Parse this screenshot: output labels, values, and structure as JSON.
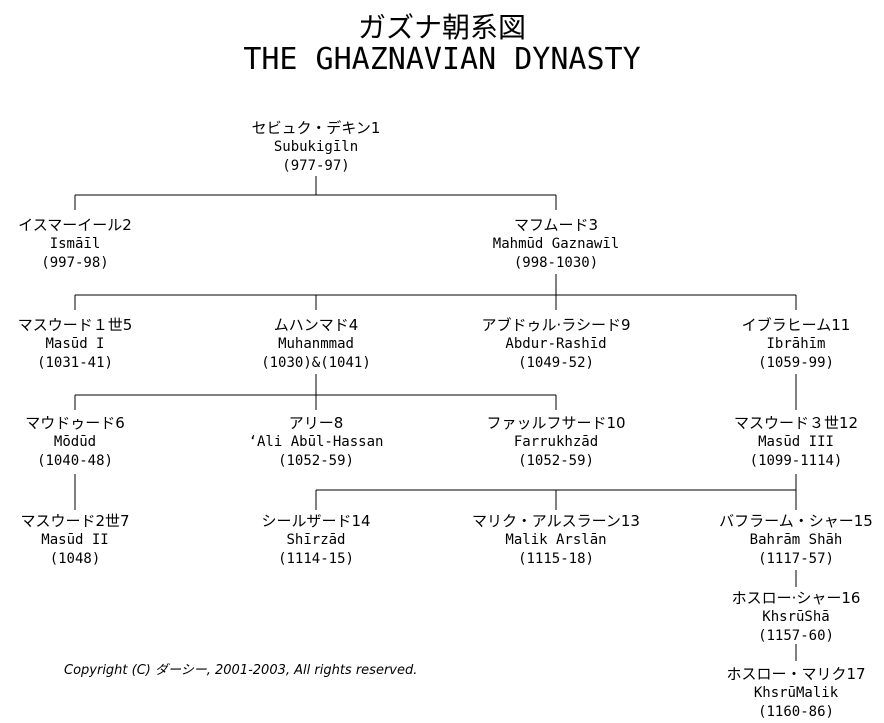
{
  "title": {
    "jp": "ガズナ朝系図",
    "en": "THE GHAZNAVIAN DYNASTY"
  },
  "copyright": "Copyright (C) ダーシー, 2001-2003, All rights reserved.",
  "people": {
    "subukigin": {
      "jp": "セビュク・デキン1",
      "latin": "Subukigīln",
      "years": "(977-97)"
    },
    "ismail": {
      "jp": "イスマーイール2",
      "latin": "Ismāīl",
      "years": "(997-98)"
    },
    "mahmud": {
      "jp": "マフムード3",
      "latin": "Mahmūd Gaznawīl",
      "years": "(998-1030)"
    },
    "masud1": {
      "jp": "マスウード１世5",
      "latin": "Masūd I",
      "years": "(1031-41)"
    },
    "muhammad": {
      "jp": "ムハンマド4",
      "latin": "Muhanmmad",
      "years": "(1030)&(1041)"
    },
    "abdur": {
      "jp": "アブドゥル·ラシード9",
      "latin": "Abdur-Rashīd",
      "years": "(1049-52)"
    },
    "ibrahim": {
      "jp": "イブラヒーム11",
      "latin": "Ibrāhīm",
      "years": "(1059-99)"
    },
    "mawdud": {
      "jp": "マウドゥード6",
      "latin": "Mōdūd",
      "years": "(1040-48)"
    },
    "ali": {
      "jp": "アリー8",
      "latin": "‘Ali Abūl-Hassan",
      "years": "(1052-59)"
    },
    "farrukhzad": {
      "jp": "ファッルフサード10",
      "latin": "Farrukhzād",
      "years": "(1052-59)"
    },
    "masud3": {
      "jp": "マスウード３世12",
      "latin": "Masūd III",
      "years": "(1099-1114)"
    },
    "masud2": {
      "jp": "マスウード2世7",
      "latin": "Masūd II",
      "years": "(1048)"
    },
    "shirzad": {
      "jp": "シールザード14",
      "latin": "Shīrzād",
      "years": "(1114-15)"
    },
    "malik": {
      "jp": "マリク・アルスラーン13",
      "latin": "Malik Arslān",
      "years": "(1115-18)"
    },
    "bahram": {
      "jp": "バフラーム・シャー15",
      "latin": "Bahrām Shāh",
      "years": "(1117-57)"
    },
    "khusrau_shah": {
      "jp": "ホスロー·シャー16",
      "latin": "KhsrūShā",
      "years": "(1157-60)"
    },
    "khusrau_malik": {
      "jp": "ホスロー・マリク17",
      "latin": "KhsrūMalik",
      "years": "(1160-86)"
    }
  }
}
